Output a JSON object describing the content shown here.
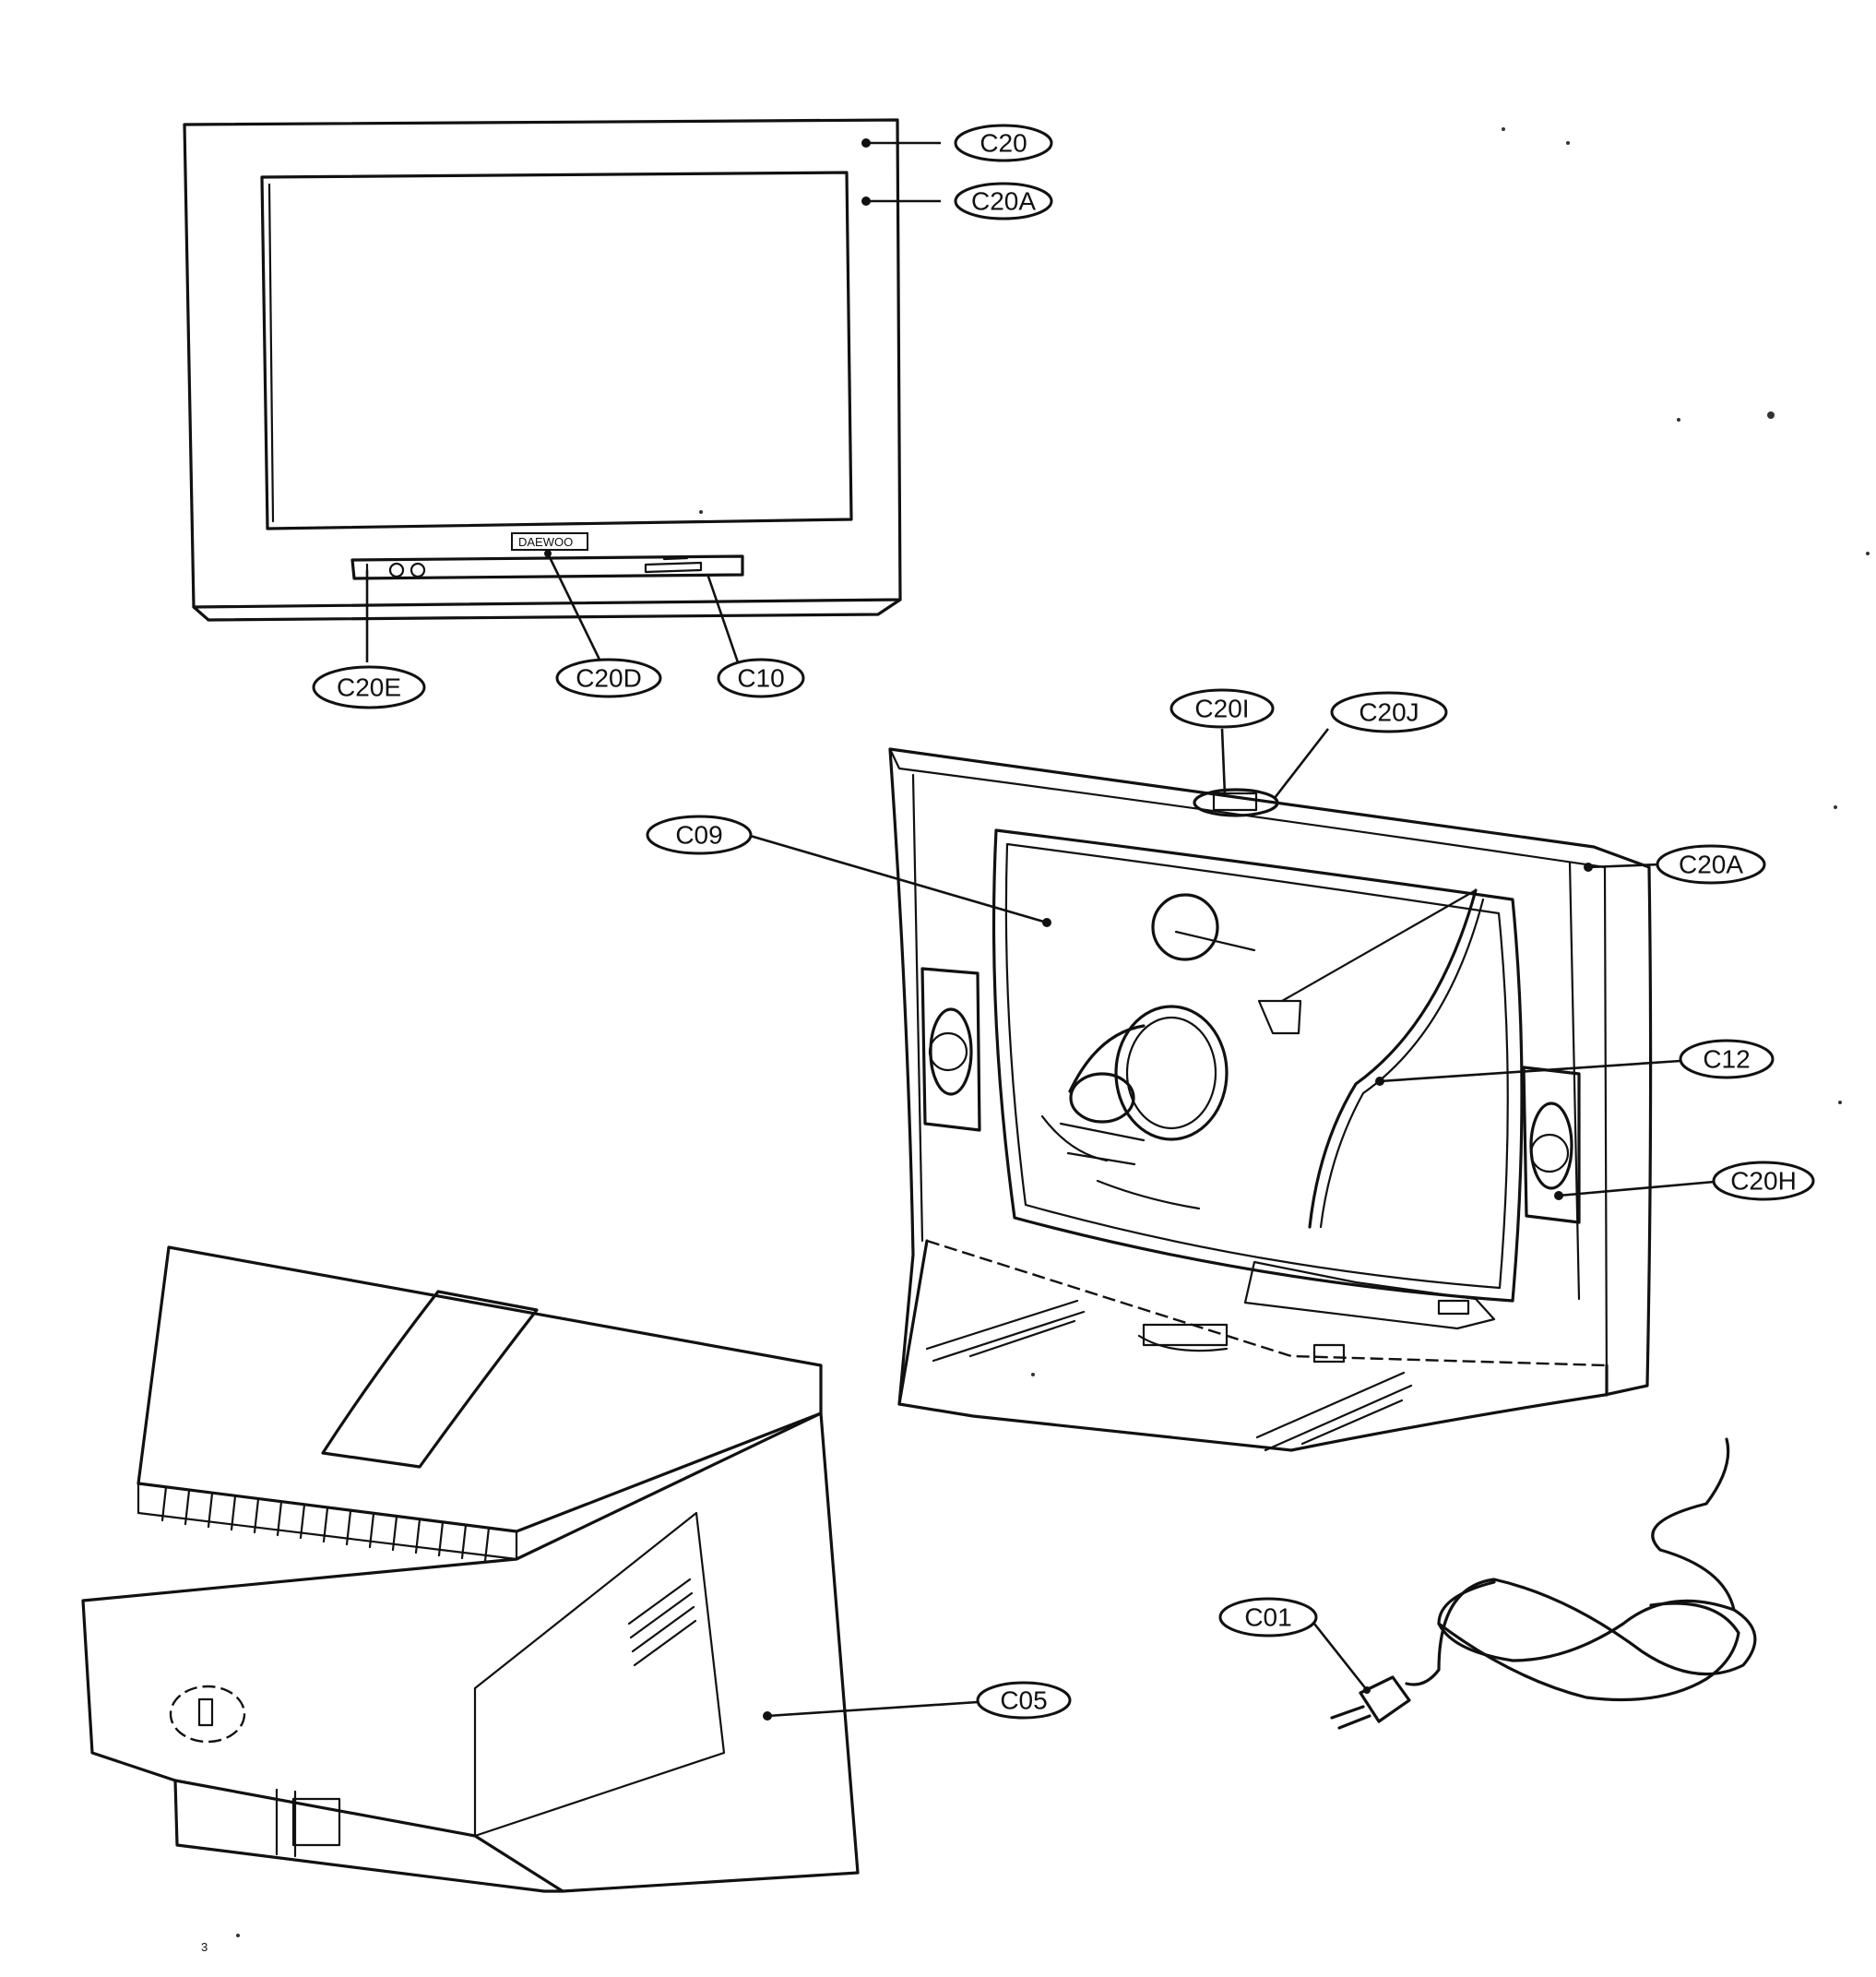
{
  "diagram": {
    "parts": {
      "front_cabinet": "C20",
      "front_mask": "C20A",
      "control_door": "C20E",
      "brand_badge": "C20D",
      "button_panel": "C10",
      "top_button": "C20I",
      "top_button_holder": "C20J",
      "crt": "C09",
      "mask_rear": "C20A",
      "degauss_coil": "C12",
      "speaker": "C20H",
      "back_cover": "C05",
      "power_cord": "C01"
    },
    "brand_text": "DAEWOO",
    "page_mark": "3"
  }
}
